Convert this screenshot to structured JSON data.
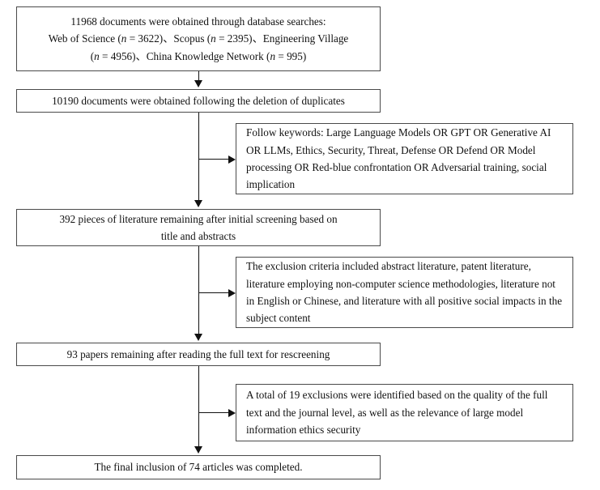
{
  "diagram": {
    "title": "Literature screening flowchart",
    "type": "prisma-flow",
    "accent_color": "#111111",
    "box_border_color": "#4a4a4a",
    "background_color": "#ffffff"
  },
  "main_boxes": [
    {
      "id": "identification",
      "lines": [
        "11968 documents were obtained through database searches:",
        "Web of Science (n = 3622)、Scopus (n = 2395)、Engineering Village",
        "(n = 4956)、China Knowledge Network (n = 995)"
      ],
      "total_records": 11968,
      "sources": [
        {
          "name": "Web of Science",
          "n": 3622
        },
        {
          "name": "Scopus",
          "n": 2395
        },
        {
          "name": "Engineering Village",
          "n": 4956
        },
        {
          "name": "China Knowledge Network",
          "n": 995
        }
      ]
    },
    {
      "id": "deduplication",
      "lines": [
        "10190 documents were obtained following the deletion of duplicates"
      ],
      "count": 10190
    },
    {
      "id": "title-abstract-screening",
      "lines": [
        "392 pieces of literature remaining after initial screening based on",
        "title and abstracts"
      ],
      "count": 392
    },
    {
      "id": "full-text-rescreening",
      "lines": [
        "93 papers remaining after reading the full text for rescreening"
      ],
      "count": 93
    },
    {
      "id": "final-inclusion",
      "lines": [
        "The final inclusion of 74 articles was completed."
      ],
      "count": 74
    }
  ],
  "side_boxes": [
    {
      "id": "keywords",
      "text": "Follow keywords: Large Language Models OR GPT OR Generative AI OR LLMs, Ethics, Security, Threat, Defense OR Defend OR Model processing OR Red-blue confrontation OR Adversarial training, social implication"
    },
    {
      "id": "exclusion-criteria",
      "text": "The exclusion criteria included abstract literature, patent literature, literature employing non-computer science methodologies, literature not in English or Chinese, and literature with all positive social impacts in the subject content"
    },
    {
      "id": "quality-exclusions",
      "text": "A total of 19 exclusions were identified based on the quality of the full text and the journal level, as well as the relevance of large model information ethics security",
      "exclusions": 19
    }
  ]
}
